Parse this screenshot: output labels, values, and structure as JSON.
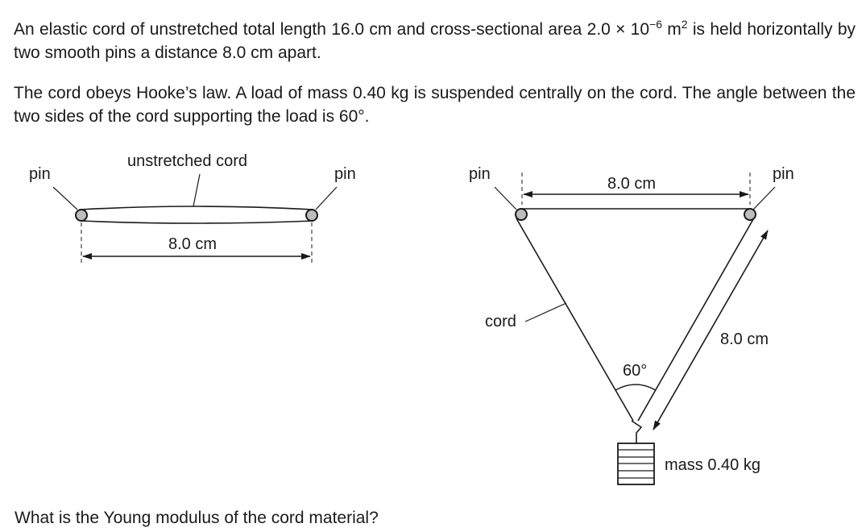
{
  "problem": {
    "para1_a": "An elastic cord of unstretched total length 16.0 cm and cross-sectional area 2.0 × 10",
    "para1_exp": "−6",
    "para1_b": " m",
    "para1_exp2": "2",
    "para1_c": " is held horizontally by two smooth pins a distance 8.0 cm apart.",
    "para2": "The cord obeys Hooke’s law. A load of mass 0.40 kg is suspended centrally on the cord. The angle between the two sides of the cord supporting the load is 60°.",
    "question": "What is the Young modulus of the cord material?"
  },
  "left_diagram": {
    "pin_left_label": "pin",
    "pin_right_label": "pin",
    "cord_label": "unstretched cord",
    "distance_label": "8.0 cm"
  },
  "right_diagram": {
    "pin_left_label": "pin",
    "pin_right_label": "pin",
    "top_distance_label": "8.0 cm",
    "side_length_label": "8.0 cm",
    "cord_label": "cord",
    "angle_label": "60°",
    "mass_label": "mass 0.40 kg"
  }
}
